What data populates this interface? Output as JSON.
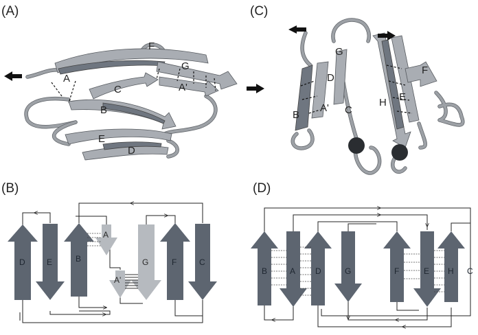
{
  "panels": {
    "a": {
      "label": "(A)",
      "strands": [
        "A",
        "F",
        "G",
        "A'",
        "C",
        "B",
        "E",
        "D"
      ]
    },
    "b": {
      "label": "(B)",
      "strands": [
        "D",
        "E",
        "B",
        "A",
        "A'",
        "G",
        "F",
        "C"
      ]
    },
    "c": {
      "label": "(C)",
      "strands": [
        "G",
        "D",
        "A'",
        "B",
        "C",
        "H",
        "F",
        "E"
      ]
    },
    "d": {
      "label": "(D)",
      "strands": [
        "B",
        "A",
        "D",
        "G",
        "F",
        "E",
        "H",
        "C"
      ]
    }
  },
  "colors": {
    "dark_strand": "#5d6570",
    "light_strand": "#b6babf",
    "ribbon": "#a9adb3"
  }
}
